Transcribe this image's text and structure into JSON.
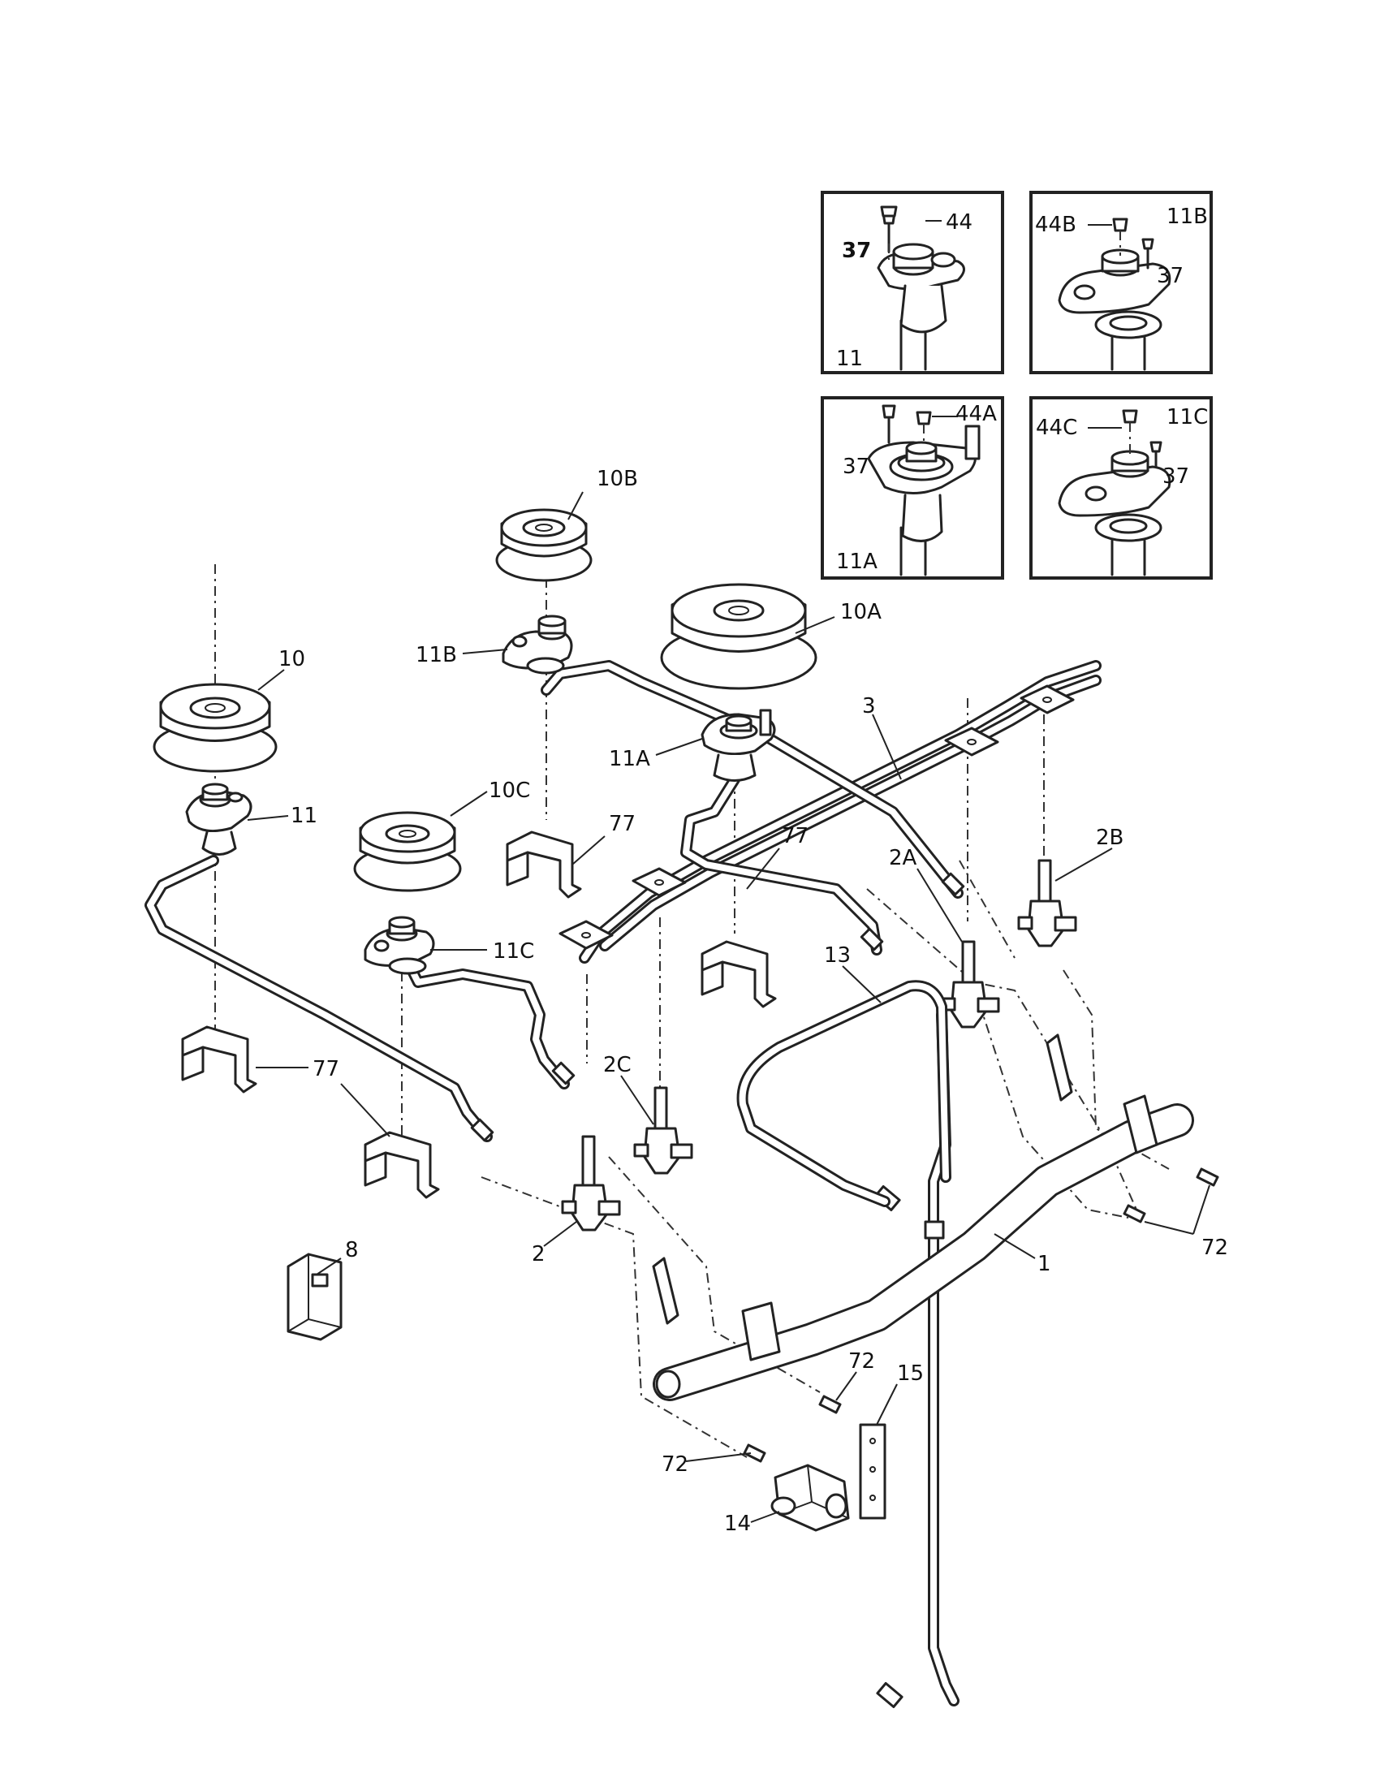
{
  "labels": {
    "l10B": "10B",
    "l10A": "10A",
    "l10": "10",
    "l11B": "11B",
    "l11A": "11A",
    "l11": "11",
    "l10C": "10C",
    "l11C": "11C",
    "l3": "3",
    "l2A": "2A",
    "l2B": "2B",
    "l77a": "77",
    "l77b": "77",
    "l77c": "77",
    "l13": "13",
    "l2C": "2C",
    "l2": "2",
    "l8": "8",
    "l1": "1",
    "l72a": "72",
    "l72b": "72",
    "l72c": "72",
    "l15": "15",
    "l14": "14"
  },
  "insets": {
    "i11": {
      "corner": "11",
      "screw": "37",
      "orifice": "44"
    },
    "i11B": {
      "corner": "11B",
      "screw": "37",
      "orifice": "44B"
    },
    "i11A": {
      "corner": "11A",
      "screw": "37",
      "orifice": "44A"
    },
    "i11C": {
      "corner": "11C",
      "screw": "37",
      "orifice": "44C"
    }
  }
}
